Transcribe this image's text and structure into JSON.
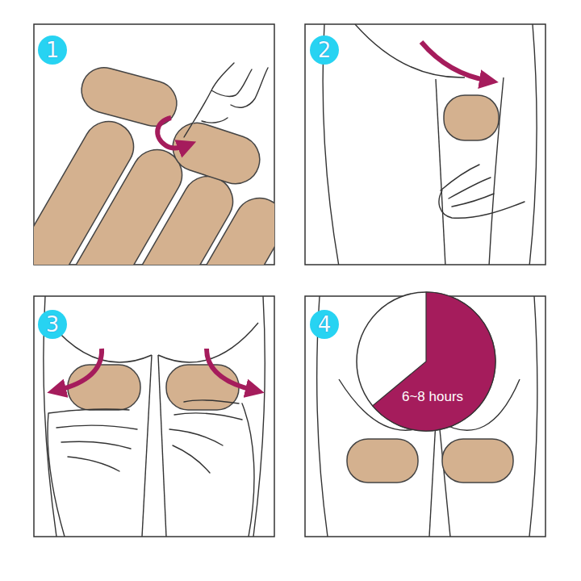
{
  "diagram": {
    "nodes": [
      {
        "text": [
          "1"
        ]
      },
      {
        "text": [
          "2"
        ]
      },
      {
        "text": [
          "3"
        ]
      },
      {
        "text": [
          "4"
        ]
      },
      {
        "text": [
          "6~8 hours"
        ]
      }
    ]
  }
}
